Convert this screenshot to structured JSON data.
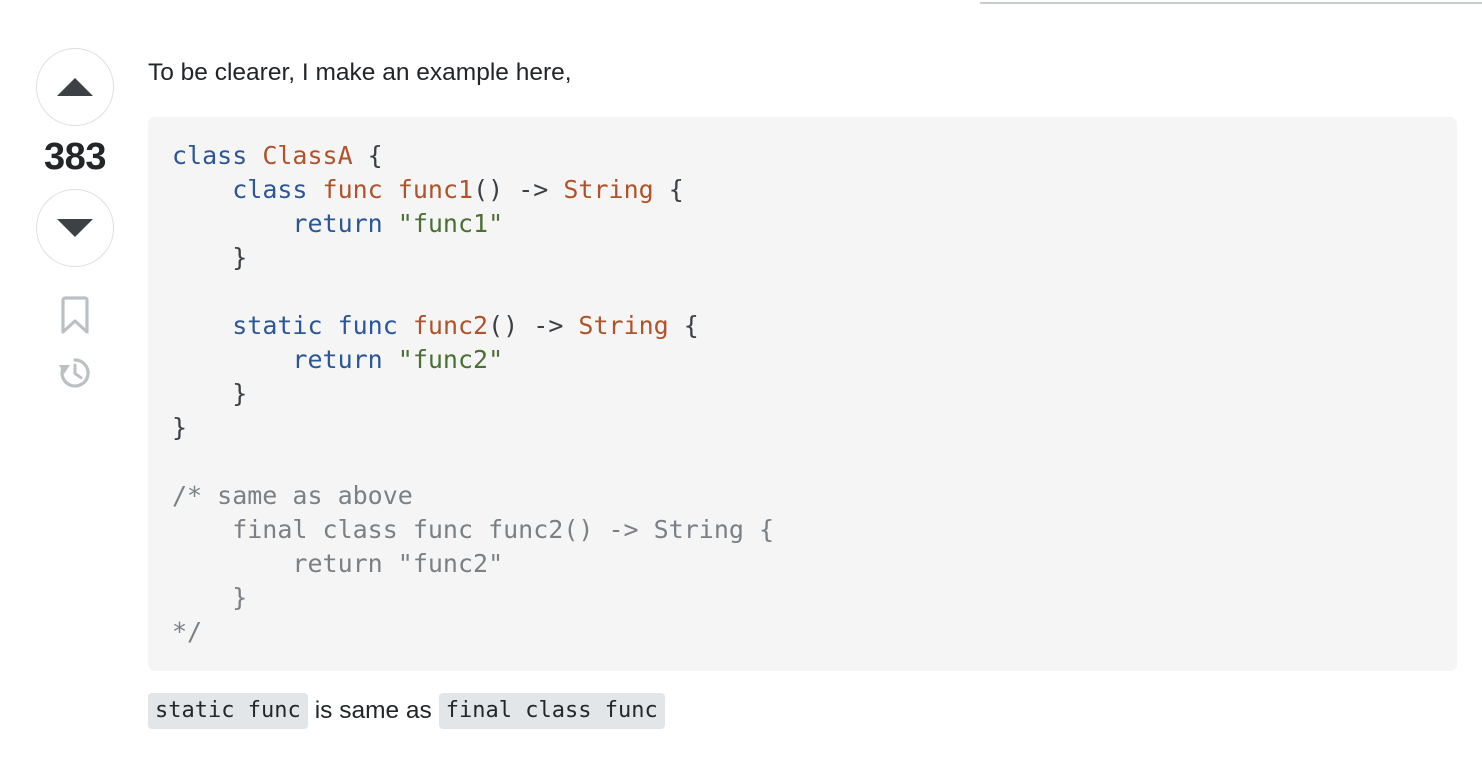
{
  "top_divider": {
    "color": "#c8ccd0"
  },
  "vote_panel": {
    "upvote_label": "Up vote",
    "downvote_label": "Down vote",
    "score": "383",
    "bookmark_label": "Save this answer",
    "history_label": "Show activity on this post",
    "icons": {
      "upvote": "triangle-up-icon",
      "downvote": "triangle-down-icon",
      "bookmark": "bookmark-icon",
      "history": "history-clock-icon"
    }
  },
  "answer": {
    "intro_text": "To be clearer, I make an example here,",
    "footer": {
      "code_1": "static func",
      "middle_text": "is same as",
      "code_2": "final class func"
    },
    "code": {
      "language": "swift",
      "lines": [
        [
          {
            "t": "class ",
            "c": "kw"
          },
          {
            "t": "ClassA",
            "c": "type"
          },
          {
            "t": " {",
            "c": "punct"
          }
        ],
        [
          {
            "t": "    ",
            "c": "plain"
          },
          {
            "t": "class ",
            "c": "kw"
          },
          {
            "t": "func ",
            "c": "fn"
          },
          {
            "t": "func1",
            "c": "fn"
          },
          {
            "t": "() -> ",
            "c": "punct"
          },
          {
            "t": "String",
            "c": "type"
          },
          {
            "t": " {",
            "c": "punct"
          }
        ],
        [
          {
            "t": "        ",
            "c": "plain"
          },
          {
            "t": "return ",
            "c": "kw"
          },
          {
            "t": "\"func1\"",
            "c": "str"
          }
        ],
        [
          {
            "t": "    }",
            "c": "punct"
          }
        ],
        [
          {
            "t": "",
            "c": "plain"
          }
        ],
        [
          {
            "t": "    ",
            "c": "plain"
          },
          {
            "t": "static ",
            "c": "kw"
          },
          {
            "t": "func ",
            "c": "kw"
          },
          {
            "t": "func2",
            "c": "fn"
          },
          {
            "t": "() -> ",
            "c": "punct"
          },
          {
            "t": "String",
            "c": "type"
          },
          {
            "t": " {",
            "c": "punct"
          }
        ],
        [
          {
            "t": "        ",
            "c": "plain"
          },
          {
            "t": "return ",
            "c": "kw"
          },
          {
            "t": "\"func2\"",
            "c": "str"
          }
        ],
        [
          {
            "t": "    }",
            "c": "punct"
          }
        ],
        [
          {
            "t": "}",
            "c": "punct"
          }
        ],
        [
          {
            "t": "",
            "c": "plain"
          }
        ],
        [
          {
            "t": "/* same as above",
            "c": "comment"
          }
        ],
        [
          {
            "t": "    final class func func2() -> String {",
            "c": "comment"
          }
        ],
        [
          {
            "t": "        return \"func2\"",
            "c": "comment"
          }
        ],
        [
          {
            "t": "    }",
            "c": "comment"
          }
        ],
        [
          {
            "t": "*/",
            "c": "comment"
          }
        ]
      ]
    }
  },
  "colors": {
    "code_bg": "#f5f5f5",
    "inline_code_bg": "#e3e6e8",
    "keyword": "#2b5797",
    "type": "#b0532a",
    "string": "#4a7033",
    "comment": "#7b8084",
    "text": "#232629",
    "icon_muted": "#bbc0c4"
  }
}
